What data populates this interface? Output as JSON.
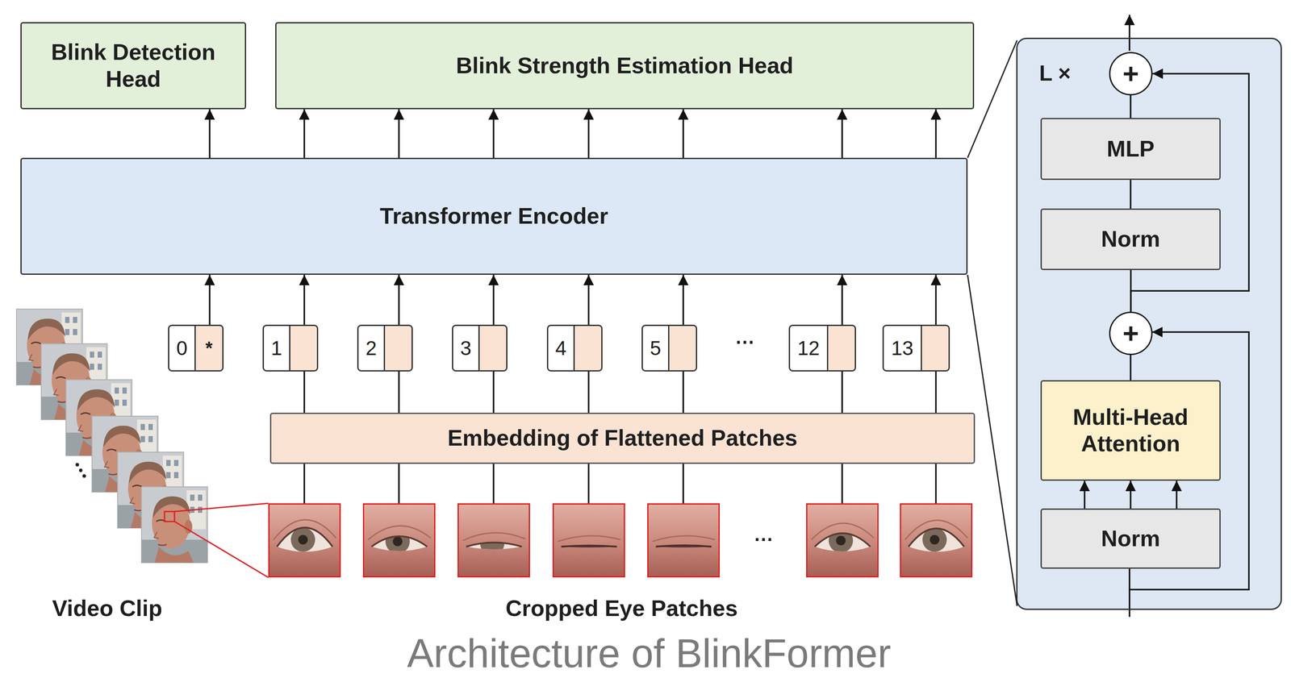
{
  "diagram": {
    "caption": "Architecture of BlinkFormer",
    "nodes": [
      {
        "text": [
          "Blink Detection Head"
        ]
      },
      {
        "text": [
          "Blink Strength Estimation Head"
        ]
      },
      {
        "text": [
          "Transformer Encoder"
        ]
      },
      {
        "text": [
          "L ×"
        ]
      },
      {
        "text": [
          "+"
        ],
        "in": 3
      },
      {
        "text": [
          "MLP"
        ],
        "in": 3
      },
      {
        "text": [
          "Norm"
        ],
        "in": 3
      },
      {
        "text": [
          "+"
        ],
        "in": 3
      },
      {
        "text": [
          "Multi-Head Attention"
        ],
        "in": 3
      },
      {
        "text": [
          "Norm"
        ],
        "in": 3
      },
      {
        "text": [
          "0",
          "*"
        ]
      },
      {
        "text": [
          "1"
        ]
      },
      {
        "text": [
          "2"
        ]
      },
      {
        "text": [
          "3"
        ]
      },
      {
        "text": [
          "4"
        ]
      },
      {
        "text": [
          "5"
        ]
      },
      {
        "text": [
          "12"
        ]
      },
      {
        "text": [
          "13"
        ]
      },
      {
        "text": [
          "Embedding of Flattened Patches"
        ]
      }
    ],
    "edges": [
      {
        "from": 2,
        "to": 0,
        "arrow": "to"
      },
      {
        "from": 2,
        "to": 1,
        "arrow": "to"
      },
      {
        "from": 2,
        "to": 1,
        "arrow": "to"
      },
      {
        "from": 2,
        "to": 1,
        "arrow": "to"
      },
      {
        "from": 2,
        "to": 1,
        "arrow": "to"
      },
      {
        "from": 2,
        "to": 1,
        "arrow": "to"
      },
      {
        "from": 2,
        "to": 1,
        "arrow": "to"
      },
      {
        "from": 2,
        "to": 1,
        "arrow": "to"
      },
      {
        "from": 10,
        "to": 2,
        "arrow": "to"
      },
      {
        "from": 11,
        "to": 2,
        "arrow": "to"
      },
      {
        "from": 12,
        "to": 2,
        "arrow": "to"
      },
      {
        "from": 13,
        "to": 2,
        "arrow": "to"
      },
      {
        "from": 14,
        "to": 2,
        "arrow": "to"
      },
      {
        "from": 15,
        "to": 2,
        "arrow": "to"
      },
      {
        "from": 16,
        "to": 2,
        "arrow": "to"
      },
      {
        "from": 17,
        "to": 2,
        "arrow": "to"
      },
      {
        "from": 18,
        "to": 11,
        "arrow": "none"
      },
      {
        "from": 18,
        "to": 12,
        "arrow": "none"
      },
      {
        "from": 18,
        "to": 13,
        "arrow": "none"
      },
      {
        "from": 18,
        "to": 14,
        "arrow": "none"
      },
      {
        "from": 18,
        "to": 15,
        "arrow": "none"
      },
      {
        "from": 18,
        "to": 16,
        "arrow": "none"
      },
      {
        "from": 18,
        "to": 17,
        "arrow": "none"
      },
      {
        "from": 9,
        "to": 8,
        "arrow": "to"
      },
      {
        "from": 9,
        "to": 8,
        "arrow": "to"
      },
      {
        "from": 9,
        "to": 8,
        "arrow": "to"
      },
      {
        "from": 8,
        "to": 7,
        "arrow": "none"
      },
      {
        "from": 7,
        "to": 6,
        "arrow": "none"
      },
      {
        "from": 6,
        "to": 5,
        "arrow": "none"
      },
      {
        "from": 5,
        "to": 4,
        "arrow": "none"
      },
      {
        "from": 7,
        "to": 4,
        "arrow": "to"
      }
    ],
    "labels": [
      "···",
      "···",
      "Video Clip",
      "Cropped Eye Patches"
    ]
  }
}
